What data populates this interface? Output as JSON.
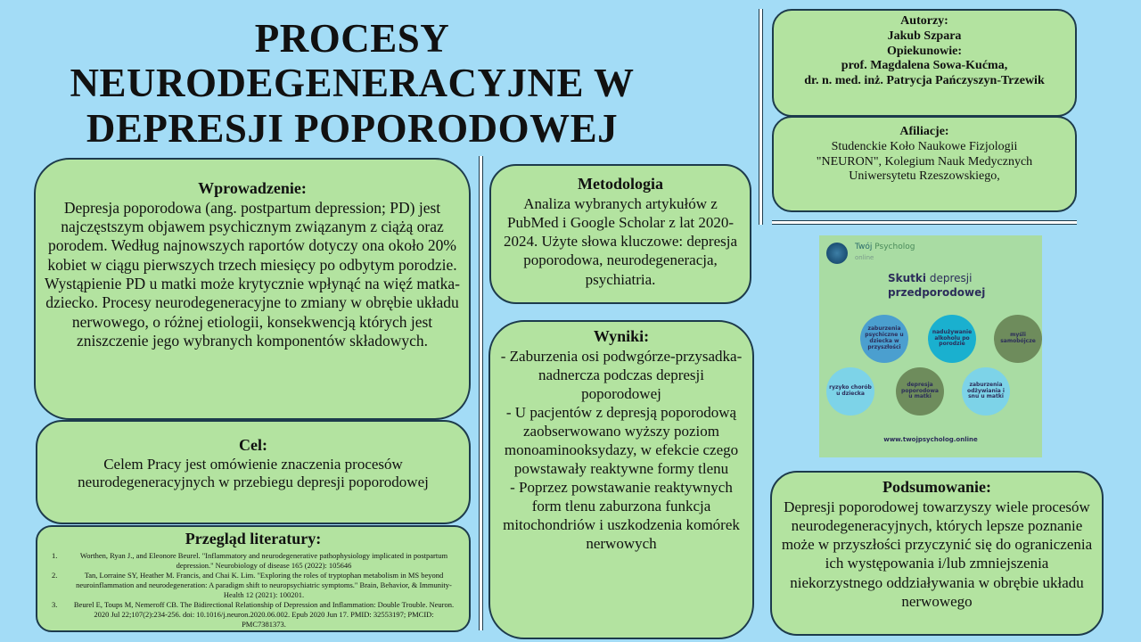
{
  "title": "PROCESY NEURODEGENERACYJNE W DEPRESJI POPORODOWEJ",
  "intro": {
    "heading": "Wprowadzenie:",
    "text": "Depresja poporodowa (ang. postpartum depression; PD) jest najczęstszym objawem psychicznym związanym z ciążą oraz porodem. Według najnowszych raportów dotyczy ona około 20% kobiet w ciągu pierwszych trzech miesięcy po odbytym porodzie. Wystąpienie PD u matki może krytycznie wpłynąć na więź matka-dziecko. Procesy neurodegeneracyjne to zmiany w obrębie układu nerwowego, o różnej etiologii, konsekwencją których jest zniszczenie jego wybranych komponentów składowych."
  },
  "goal": {
    "heading": "Cel:",
    "text": "Celem Pracy jest omówienie znaczenia procesów neurodegeneracyjnych w przebiegu depresji poporodowej"
  },
  "literature": {
    "heading": "Przegląd literatury:",
    "items": [
      {
        "n": "1.",
        "text": "Worthen, Ryan J., and Eleonore Beurel. \"Inflammatory and neurodegenerative pathophysiology implicated in postpartum depression.\" Neurobiology of disease 165 (2022): 105646"
      },
      {
        "n": "2.",
        "text": "Tan, Lorraine SY, Heather M. Francis, and Chai K. Lim. \"Exploring the roles of tryptophan metabolism in MS beyond neuroinflammation and neurodegeneration: A paradigm shift to neuropsychiatric symptoms.\" Brain, Behavior, & Immunity-Health 12 (2021): 100201."
      },
      {
        "n": "3.",
        "text": "Beurel E, Toups M, Nemeroff CB. The Bidirectional Relationship of Depression and Inflammation: Double Trouble. Neuron. 2020 Jul 22;107(2):234-256. doi: 10.1016/j.neuron.2020.06.002. Epub 2020 Jun 17. PMID: 32553197; PMCID: PMC7381373."
      }
    ]
  },
  "methods": {
    "heading": "Metodologia",
    "text": "Analiza wybranych artykułów z PubMed i Google Scholar z lat 2020-2024. Użyte słowa kluczowe: depresja poporodowa, neurodegeneracja, psychiatria."
  },
  "results": {
    "heading": "Wyniki:",
    "text": "- Zaburzenia osi podwgórze-przysadka-nadnercza podczas depresji poporodowej\n- U pacjentów z depresją poporodową zaobserwowano wyższy poziom monoaminooksydazy, w efekcie czego powstawały reaktywne formy tlenu\n- Poprzez powstawanie reaktywnych form tlenu zaburzona funkcja mitochondriów i uszkodzenia komórek nerwowych"
  },
  "authors": {
    "l1": "Autorzy:",
    "l2": "Jakub Szpara",
    "l3": "Opiekunowie:",
    "l4": "prof. Magdalena Sowa-Kućma,",
    "l5": "dr. n. med. inż. Patrycja Pańczyszyn-Trzewik"
  },
  "affiliation": {
    "heading": "Afiliacje:",
    "text": "Studenckie Koło Naukowe Fizjologii \"NEURON\", Kolegium Nauk Medycznych Uniwersytetu Rzeszowskiego,"
  },
  "infographic": {
    "brand1": "Twój",
    "brand2": "Psycholog",
    "brand3": "online",
    "title1": "Skutki",
    "title2": "depresji",
    "title3": "przedporodowej",
    "c1": "ryzyko chorób u dziecka",
    "c2": "zaburzenia psychiczne u dziecka w przyszłości",
    "c3": "depresja poporodowa u matki",
    "c4": "nadużywanie alkoholu po porodzie",
    "c5": "zaburzenia odżywiania i snu u matki",
    "c6": "myśli samobójcze",
    "url": "www.twojpsycholog.online"
  },
  "summary": {
    "heading": "Podsumowanie:",
    "text": "Depresji poporodowej towarzyszy wiele procesów neurodegeneracyjnych, których lepsze poznanie może w przyszłości przyczynić się do ograniczenia ich występowania i/lub zmniejszenia niekorzystnego oddziaływania w obrębie układu nerwowego"
  }
}
